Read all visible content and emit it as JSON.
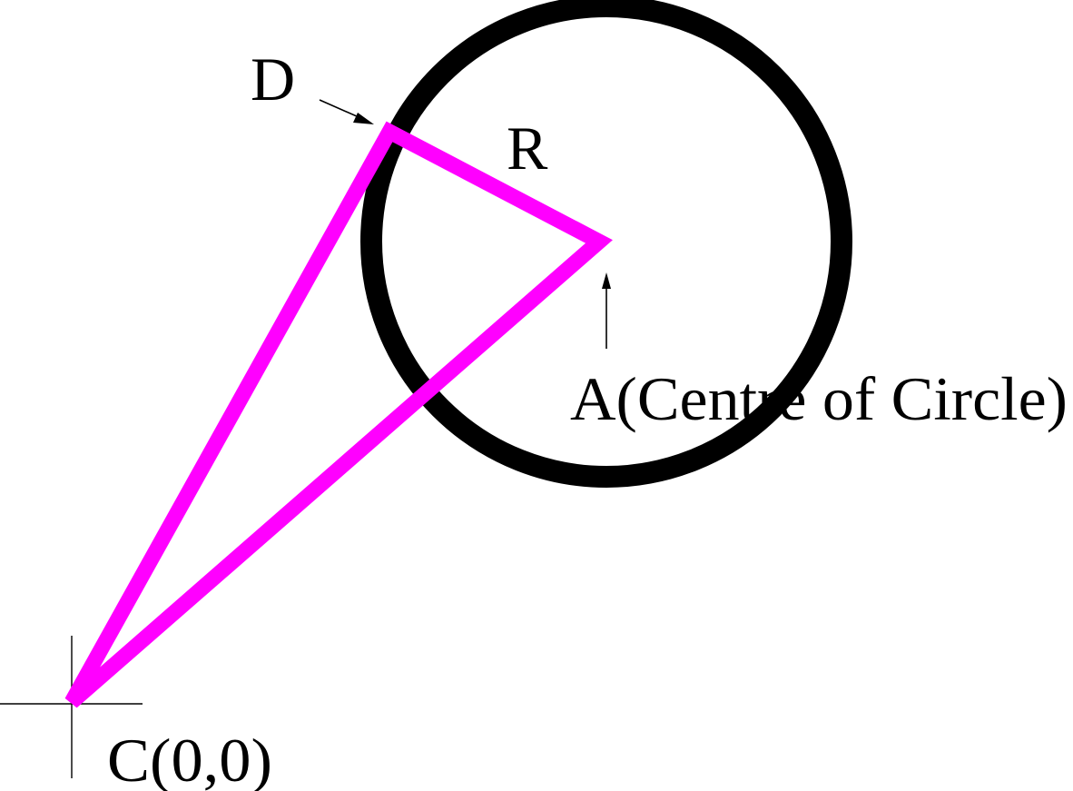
{
  "labels": {
    "d": "D",
    "r": "R",
    "a": "A(Centre of Circle)",
    "c": "C(0,0)"
  },
  "colors": {
    "circle": "#000000",
    "triangle": "#ff00ff",
    "ink": "#000000",
    "background": "#ffffff"
  }
}
